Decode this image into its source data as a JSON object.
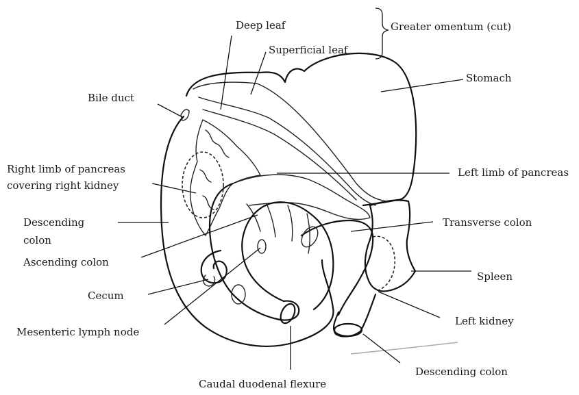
{
  "labels": {
    "deep_leaf": "Deep leaf",
    "superficial_leaf": "Superficial leaf",
    "greater_omentum": "Greater omentum (cut)",
    "stomach": "Stomach",
    "bile_duct": "Bile duct",
    "right_limb_line1": "Right limb of pancreas",
    "right_limb_line2": "covering right kidney",
    "left_limb_pancreas": "Left limb of pancreas",
    "descending_colon_left_line1": "Descending",
    "descending_colon_left_line2": "colon",
    "transverse_colon": "Transverse colon",
    "ascending_colon": "Ascending colon",
    "spleen": "Spleen",
    "cecum": "Cecum",
    "left_kidney": "Left kidney",
    "mesenteric_lymph_node": "Mesenteric lymph node",
    "descending_colon_bottom": "Descending colon",
    "caudal_duodenal_flexure": "Caudal duodenal flexure"
  }
}
